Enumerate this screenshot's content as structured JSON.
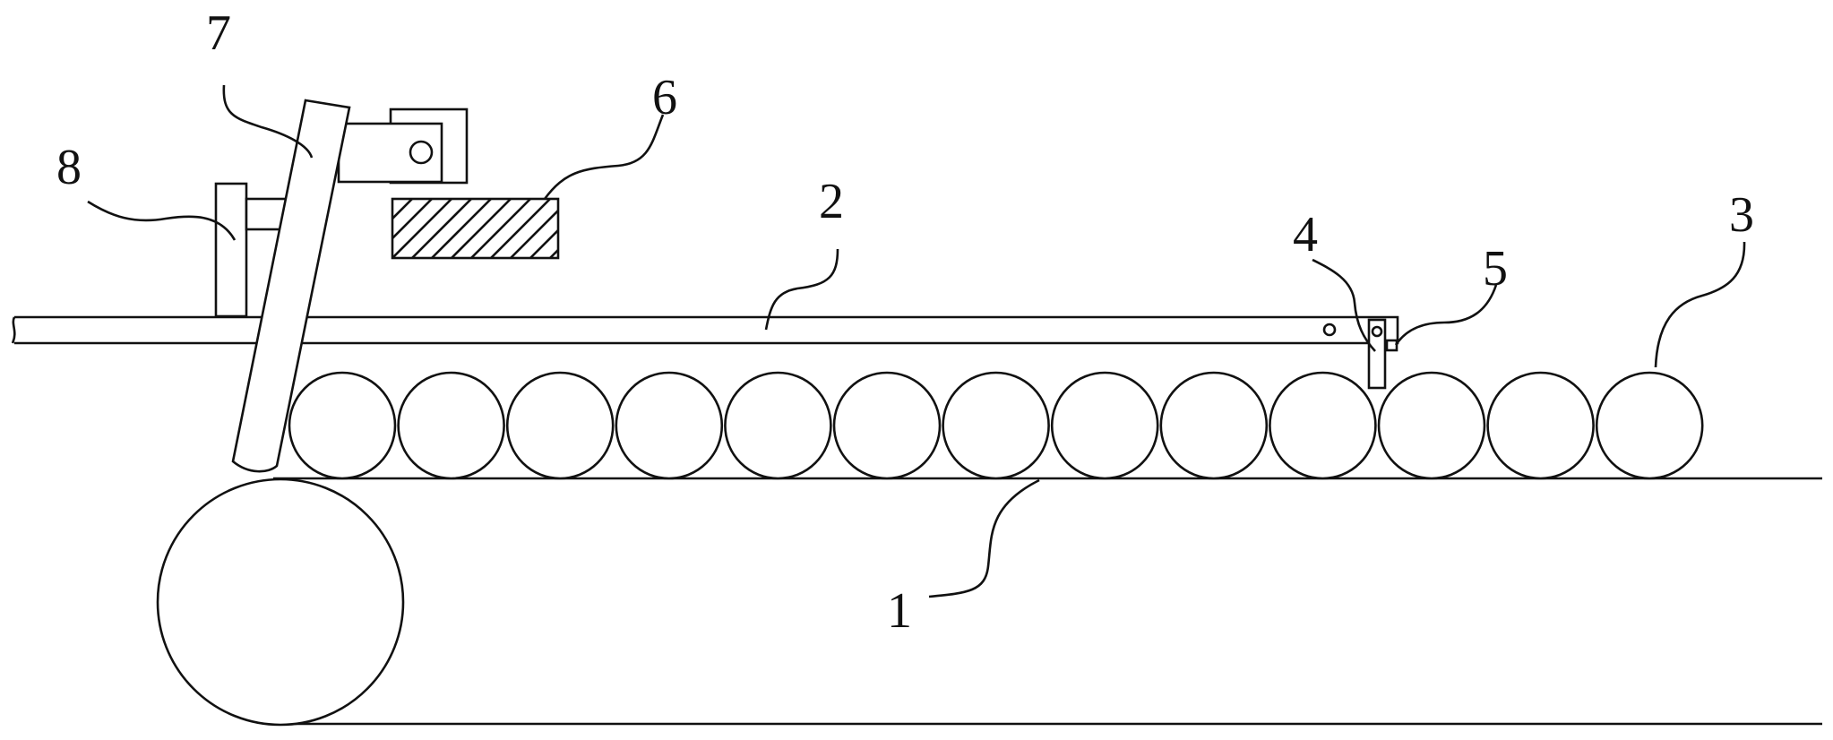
{
  "labels": {
    "belt": "1",
    "rail": "2",
    "balls": "3",
    "hook": "4",
    "pin": "5",
    "counterweight": "6",
    "arm": "7",
    "support": "8"
  },
  "ball_count": 13,
  "colors": {
    "stroke": "#111111",
    "background": "#ffffff"
  }
}
